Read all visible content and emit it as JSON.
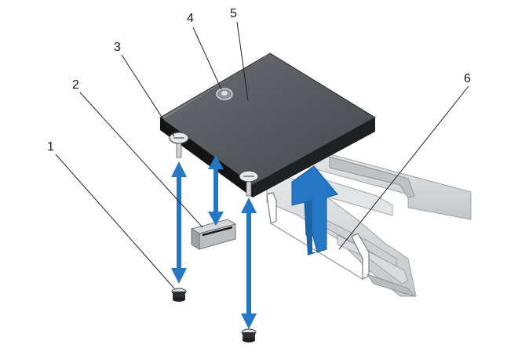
{
  "callouts": [
    {
      "number": "1"
    },
    {
      "number": "2"
    },
    {
      "number": "3"
    },
    {
      "number": "4"
    },
    {
      "number": "5"
    },
    {
      "number": "6"
    }
  ],
  "colors": {
    "card_top": "#585b60",
    "card_edge": "#141414",
    "arrow_blue": "#2577c4",
    "chassis": "#d4d6d8",
    "callout_line": "#222222",
    "background": "#ffffff"
  }
}
